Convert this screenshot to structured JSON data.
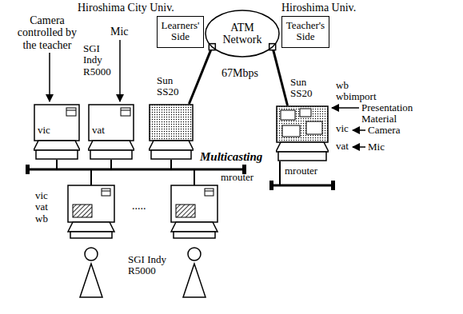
{
  "diagram": {
    "nodes": [
      {
        "text": [
          "Learners' Side"
        ]
      },
      {
        "text": [
          "ATM Network"
        ]
      },
      {
        "text": [
          "Teacher's Side"
        ]
      },
      {
        "text": [
          "vic"
        ]
      },
      {
        "text": [
          "vat"
        ]
      },
      {
        "text": [
          "Sun SS20"
        ]
      },
      {
        "text": [
          "Sun SS20"
        ]
      }
    ],
    "edges": [
      {
        "from": 1,
        "to": 5,
        "arrow": "none"
      },
      {
        "from": 1,
        "to": 6,
        "arrow": "none"
      }
    ],
    "labels": [
      "Hiroshima City Univ.",
      "Hiroshima Univ.",
      "Camera controlled by the teacher",
      "Mic",
      "SGI Indy R5000",
      "67Mbps",
      "Multicasting",
      "mrouter",
      "vic vat wb",
      ".....",
      "SGI Indy R5000",
      "wb wbimport",
      "Presentation Material",
      "vic",
      "Camera",
      "vat",
      "Mic",
      "mrouter"
    ]
  }
}
